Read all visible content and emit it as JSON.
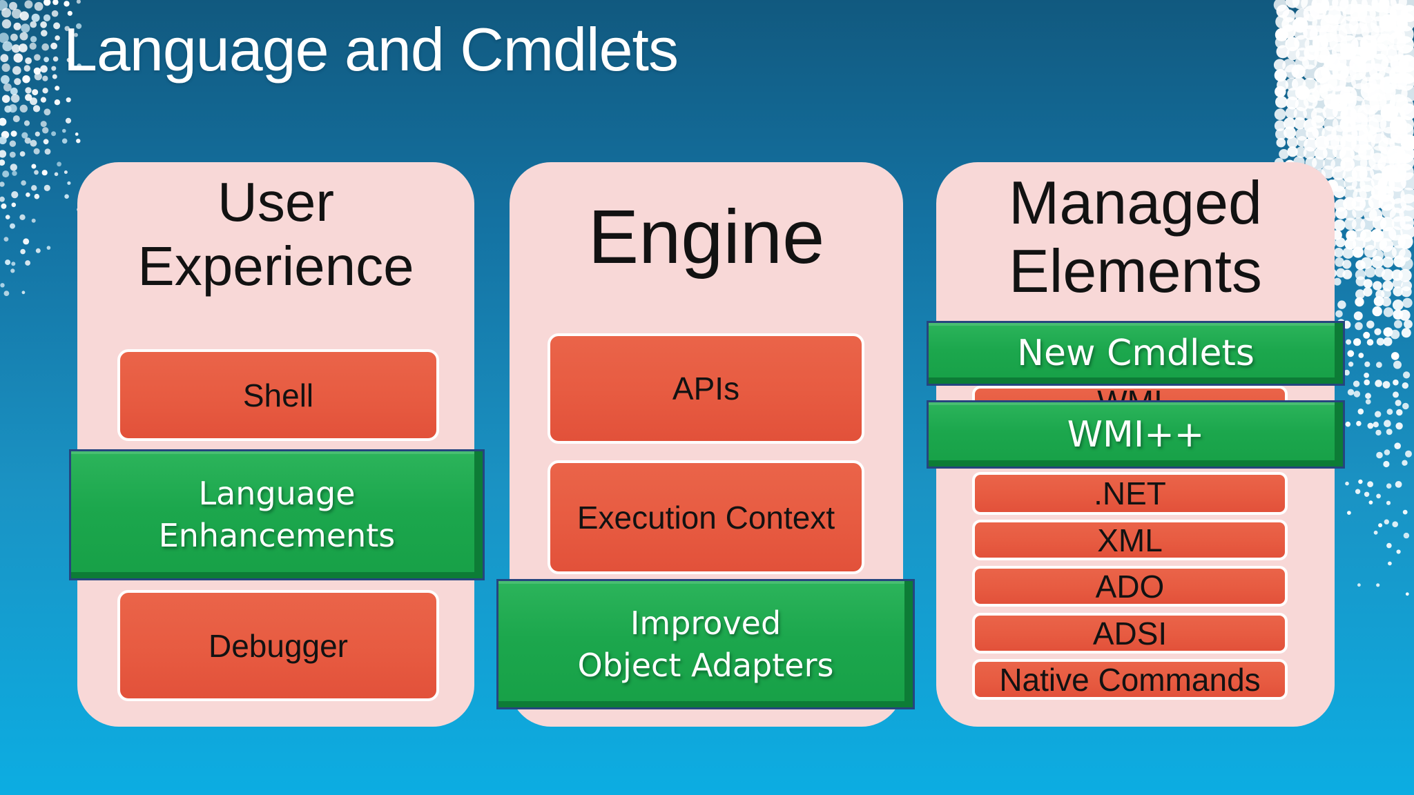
{
  "slide_title": "Language and Cmdlets",
  "columns": {
    "user_experience": {
      "title": "User\nExperience",
      "items": {
        "shell": "Shell",
        "language_enhancements": "Language\nEnhancements",
        "debugger": "Debugger"
      }
    },
    "engine": {
      "title": "Engine",
      "items": {
        "apis": "APIs",
        "execution_context": "Execution Context",
        "improved_object_adapters": "Improved\nObject Adapters"
      }
    },
    "managed_elements": {
      "title": "Managed\nElements",
      "items": {
        "new_cmdlets": "New Cmdlets",
        "wmi": "WMI",
        "wmi_plus_plus": "WMI++",
        "dot_net": ".NET",
        "xml": "XML",
        "ado": "ADO",
        "adsi": "ADSI",
        "native_commands": "Native Commands"
      }
    }
  },
  "colors": {
    "background_top": "#11597f",
    "background_bottom": "#0cade2",
    "panel_pink": "#f8d8d7",
    "box_red": "#e75b41",
    "box_border_white": "#ffffff",
    "banner_green": "#1ca74d",
    "banner_green_dark": "#0d7c36",
    "banner_outline_navy": "#25457e",
    "title_text": "#ffffff",
    "panel_text": "#121212",
    "banner_text": "#ffffff",
    "halftone_dot": "#ffffff"
  }
}
